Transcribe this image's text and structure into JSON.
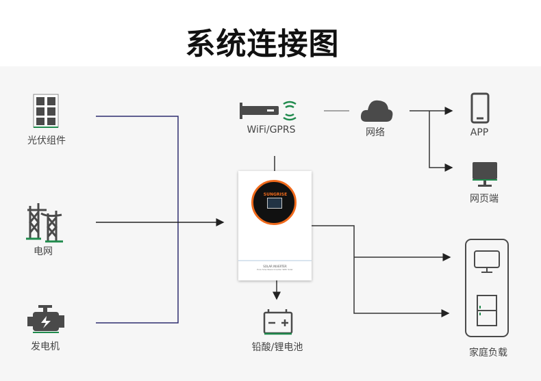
{
  "title": "系统连接图",
  "nodes": {
    "pv": "光伏组件",
    "grid": "电网",
    "generator": "发电机",
    "wifi": "WiFi/GPRS",
    "network": "网络",
    "app": "APP",
    "web": "网页端",
    "battery": "铅酸/锂电池",
    "home_load": "家庭负载"
  },
  "inverter": {
    "brand": "SUNGRISE",
    "label": "SOLAR INVERTER",
    "sublabel": "Pure Sine Wave Inverter With Solar"
  },
  "colors": {
    "accent_green": "#1f8a4c",
    "line_navy": "#2d2c6e",
    "inverter_orange": "#f06a1c",
    "icon_gray": "#4a4a4a"
  }
}
